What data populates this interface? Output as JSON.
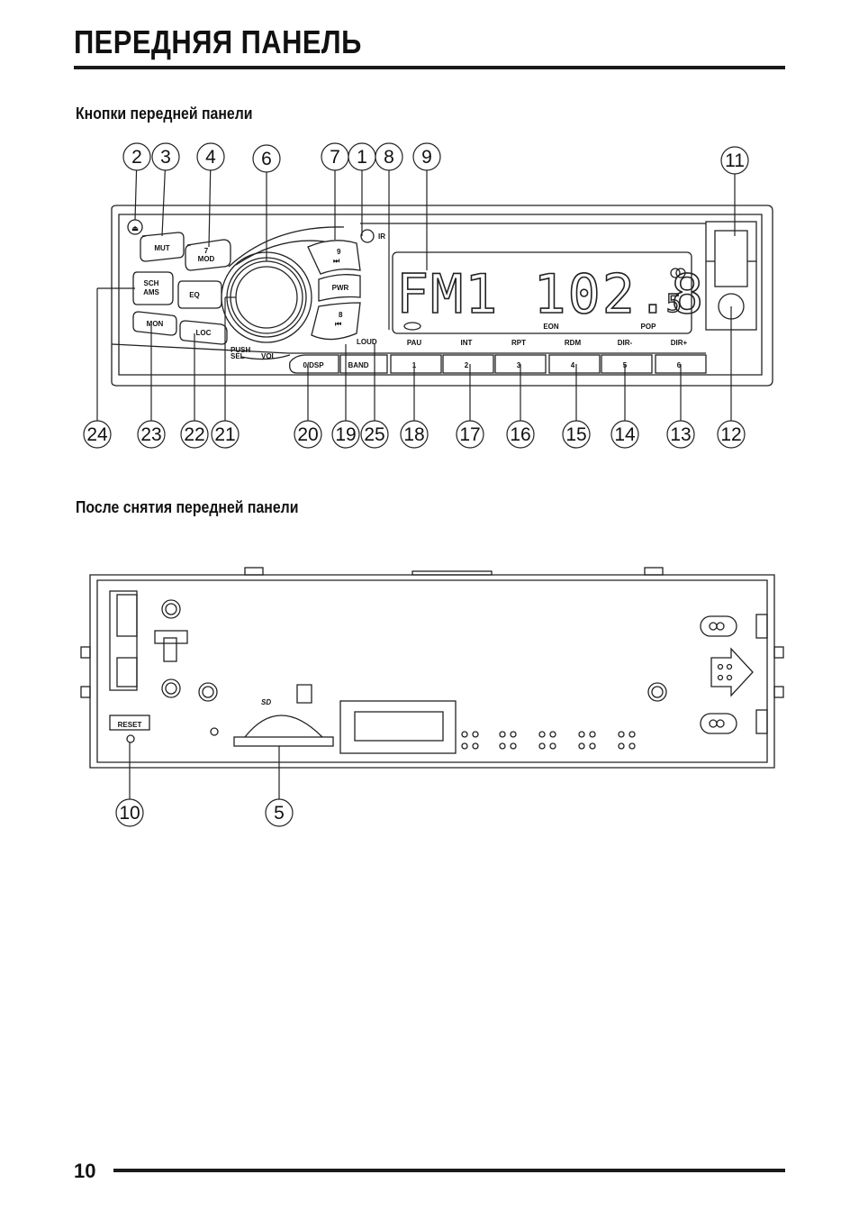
{
  "page": {
    "title": "ПЕРЕДНЯЯ ПАНЕЛЬ",
    "section1_heading": "Кнопки передней панели",
    "section2_heading": "После снятия передней панели",
    "page_number": "10"
  },
  "front_panel": {
    "buttons": {
      "mut": "MUT",
      "mod_num": "7",
      "mod": "MOD",
      "sch": "SCH",
      "ams": "AMS",
      "eq": "EQ",
      "mon": "MON",
      "loc": "LOC",
      "next_num": "9",
      "next_symbol": "⏭",
      "pwr": "PWR",
      "prev_num": "8",
      "prev_symbol": "⏮",
      "ir": "IR",
      "dsp": "0/DSP",
      "band": "BAND",
      "push": "PUSH",
      "sel": "SEL",
      "vol": "VOL",
      "presets": [
        "1",
        "2",
        "3",
        "4",
        "5",
        "6"
      ],
      "preset_labels": [
        "PAU",
        "INT",
        "RPT",
        "RDM",
        "DIR-",
        "DIR+"
      ],
      "loud": "LOUD"
    },
    "display": {
      "main_text": "FM1 102.8",
      "channel": "5",
      "eon": "EON",
      "pop": "POP"
    },
    "callouts_top": [
      "2",
      "3",
      "4",
      "6",
      "7",
      "1",
      "8",
      "9",
      "11"
    ],
    "callouts_bottom": [
      "24",
      "23",
      "22",
      "21",
      "20",
      "19",
      "25",
      "18",
      "17",
      "16",
      "15",
      "14",
      "13",
      "12"
    ]
  },
  "rear_panel": {
    "reset_label": "RESET",
    "sd_logo": "SD",
    "callouts": [
      "10",
      "5"
    ]
  }
}
